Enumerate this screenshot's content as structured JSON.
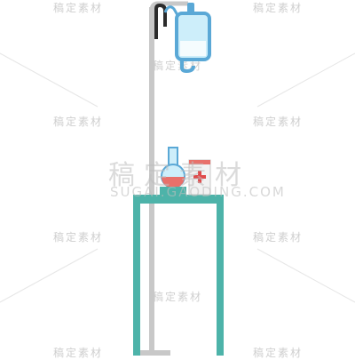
{
  "watermark": {
    "small_label": "稿定素材",
    "big_cn": "稿定素材",
    "big_en": "SUGAI.GAODING.COM"
  },
  "colors": {
    "pole": "#c8c8c8",
    "table": "#4db3a9",
    "iv_bag": "#cdeefa",
    "iv_outline": "#5aa8d6",
    "tube_dark": "#2b2b2b",
    "flask_liquid": "#e8706a",
    "medicine_cross": "#e04b4b"
  },
  "icons": {
    "iv_stand": "iv-stand-icon",
    "iv_bag": "iv-bag-icon",
    "flask": "flask-icon",
    "medicine_box": "medicine-box-icon",
    "table": "side-table-icon"
  }
}
